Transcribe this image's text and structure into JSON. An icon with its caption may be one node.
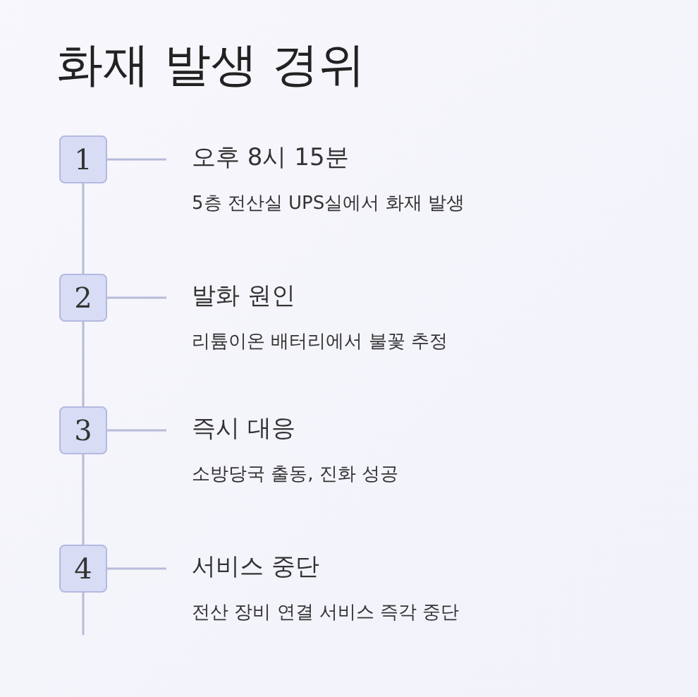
{
  "diagram": {
    "title": "화재 발생 경위",
    "nodes": [
      {
        "text": [
          "1"
        ]
      },
      {
        "text": [
          "오후 8시 15분",
          "5층 전산실 UPS실에서 화재 발생"
        ]
      },
      {
        "text": [
          "2"
        ]
      },
      {
        "text": [
          "발화 원인",
          "리튬이온 배터리에서 불꽃 추정"
        ]
      },
      {
        "text": [
          "3"
        ]
      },
      {
        "text": [
          "즉시 대응",
          "소방당국 출동, 진화 성공"
        ]
      },
      {
        "text": [
          "4"
        ]
      },
      {
        "text": [
          "서비스 중단",
          "전산 장비 연결 서비스 즉각 중단"
        ]
      }
    ],
    "edges": [
      {
        "from": 0,
        "to": 1,
        "arrow": "none"
      },
      {
        "from": 2,
        "to": 3,
        "arrow": "none"
      },
      {
        "from": 4,
        "to": 5,
        "arrow": "none"
      },
      {
        "from": 6,
        "to": 7,
        "arrow": "none"
      },
      {
        "from": 0,
        "to": 2,
        "arrow": "none"
      },
      {
        "from": 2,
        "to": 4,
        "arrow": "none"
      },
      {
        "from": 4,
        "to": 6,
        "arrow": "none"
      },
      {
        "from": 6,
        "to": null,
        "arrow": "none"
      }
    ]
  }
}
